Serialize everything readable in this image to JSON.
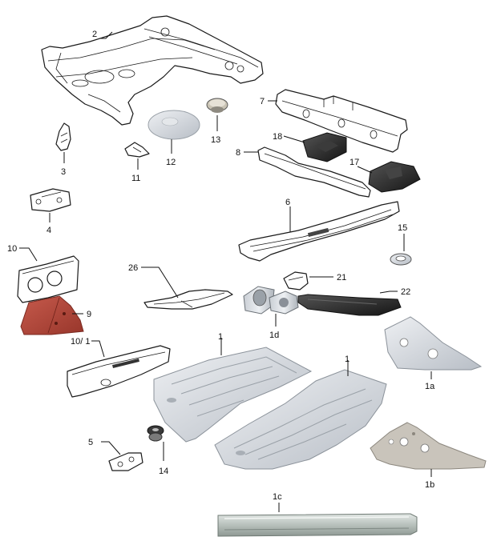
{
  "diagram": {
    "callouts": [
      {
        "id": "p2",
        "label": "2"
      },
      {
        "id": "p7",
        "label": "7"
      },
      {
        "id": "p13",
        "label": "13"
      },
      {
        "id": "p12",
        "label": "12"
      },
      {
        "id": "p18",
        "label": "18"
      },
      {
        "id": "p3",
        "label": "3"
      },
      {
        "id": "p11",
        "label": "11"
      },
      {
        "id": "p8",
        "label": "8"
      },
      {
        "id": "p17",
        "label": "17"
      },
      {
        "id": "p4",
        "label": "4"
      },
      {
        "id": "p6",
        "label": "6"
      },
      {
        "id": "p15",
        "label": "15"
      },
      {
        "id": "p10",
        "label": "10"
      },
      {
        "id": "p26",
        "label": "26"
      },
      {
        "id": "p21",
        "label": "21"
      },
      {
        "id": "p22",
        "label": "22"
      },
      {
        "id": "p9",
        "label": "9"
      },
      {
        "id": "p1d",
        "label": "1d"
      },
      {
        "id": "p10_1",
        "label": "10/ 1"
      },
      {
        "id": "p1_left",
        "label": "1"
      },
      {
        "id": "p1_right",
        "label": "1"
      },
      {
        "id": "p1a",
        "label": "1a"
      },
      {
        "id": "p5",
        "label": "5"
      },
      {
        "id": "p14",
        "label": "14"
      },
      {
        "id": "p1b",
        "label": "1b"
      },
      {
        "id": "p1c",
        "label": "1c"
      }
    ]
  },
  "colors": {
    "line": "#1a1a1a",
    "metal_light": "#d9dde2",
    "metal_mid": "#b9bfc6",
    "metal_dark": "#8d949c",
    "rubber": "#2a2a2a",
    "primer_red": "#b5473a",
    "rail_green": "#cfd6d2"
  }
}
